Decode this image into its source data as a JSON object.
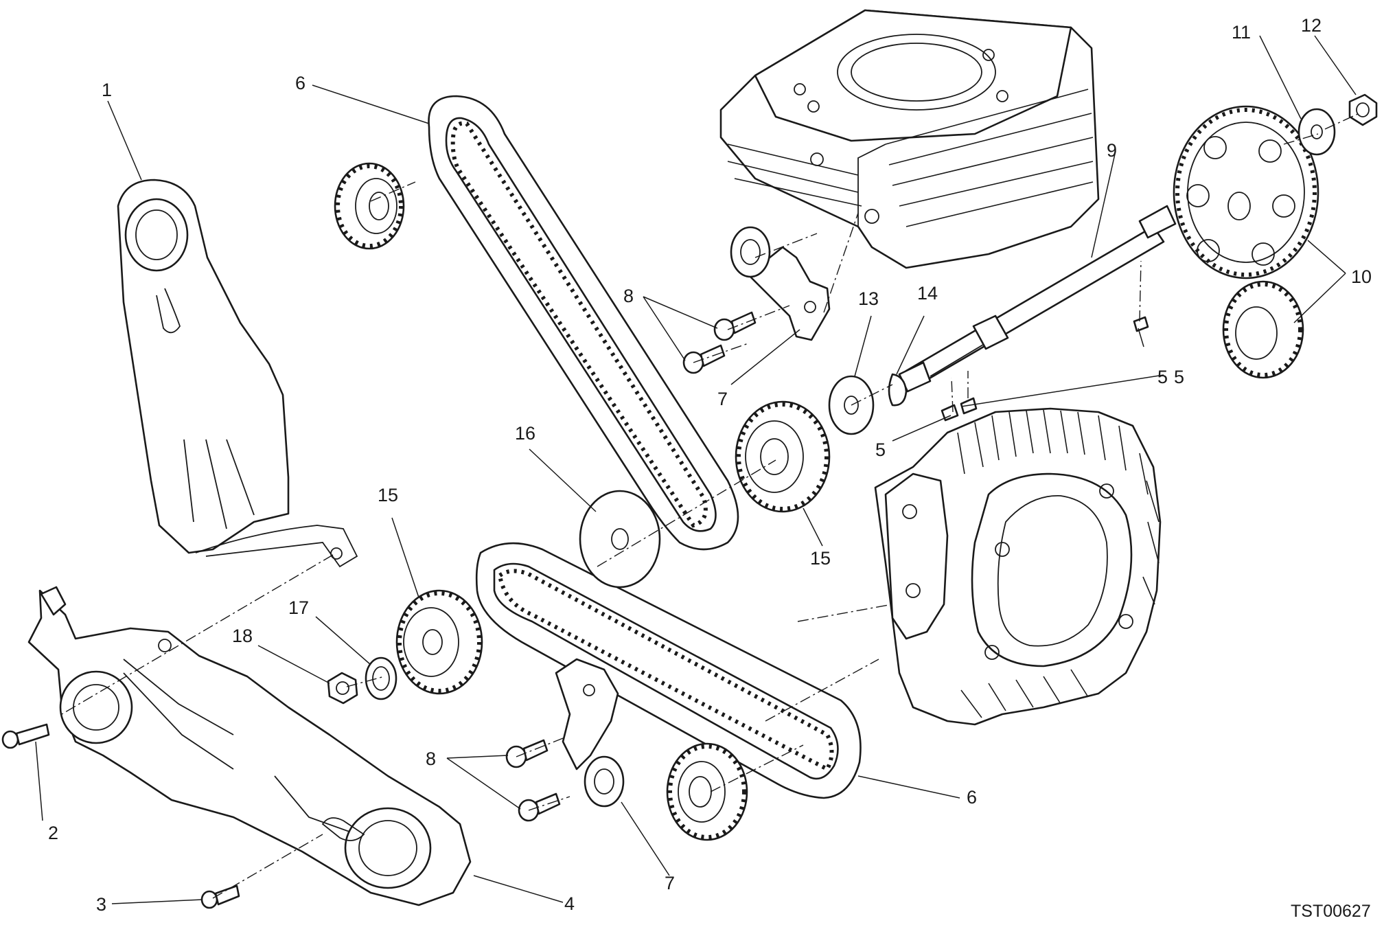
{
  "drawing_ref": "TST00627",
  "callouts": {
    "c1": "1",
    "c2": "2",
    "c3": "3",
    "c4": "4",
    "c5a": "5",
    "c5b": "5",
    "c5c": "5",
    "c6a": "6",
    "c6b": "6",
    "c7a": "7",
    "c7b": "7",
    "c8a": "8",
    "c8b": "8",
    "c9": "9",
    "c10": "10",
    "c11": "11",
    "c12": "12",
    "c13": "13",
    "c14": "14",
    "c15a": "15",
    "c15b": "15",
    "c16": "16",
    "c17": "17",
    "c18": "18"
  }
}
